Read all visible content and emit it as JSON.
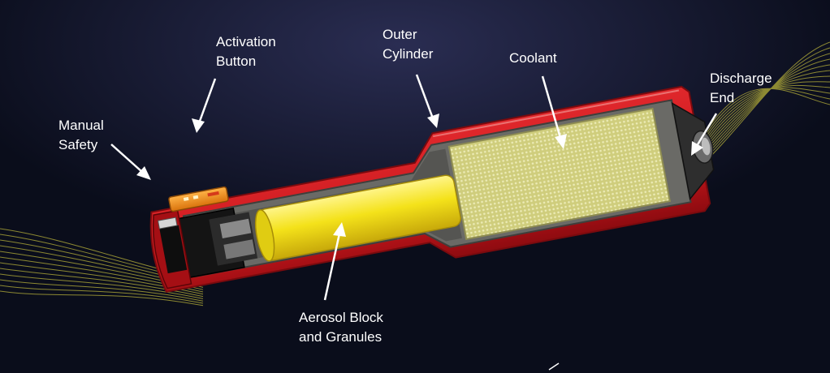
{
  "labels": {
    "activation_button": [
      "Activation",
      "Button"
    ],
    "outer_cylinder": [
      "Outer",
      "Cylinder"
    ],
    "coolant": [
      "Coolant"
    ],
    "discharge_end": [
      "Discharge",
      "End"
    ],
    "manual_safety": [
      "Manual",
      "Safety"
    ],
    "aerosol_block": [
      "Aerosol Block",
      "and Granules"
    ]
  },
  "colors": {
    "background": "#0c0f1f",
    "casing_red": "#c8171c",
    "aerosol_yellow": "#f2e31a",
    "coolant_mesh": "#d8d68a",
    "activation_orange": "#f0901f",
    "interior_gray": "#6a6a66",
    "streamlines": "#b8b23a"
  }
}
